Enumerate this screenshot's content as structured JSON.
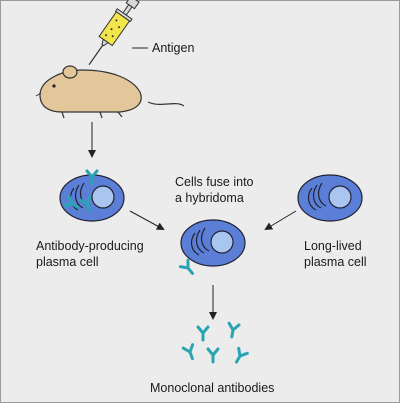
{
  "labels": {
    "antigen": "Antigen",
    "fuse_line1": "Cells fuse into",
    "fuse_line2": "a hybridoma",
    "plasma_line1": "Antibody-producing",
    "plasma_line2": "plasma cell",
    "longlived_line1": "Long-lived",
    "longlived_line2": "plasma cell",
    "monoclonal": "Monoclonal antibodies"
  },
  "colors": {
    "background": "#ececec",
    "cell_membrane": "#5b7fd6",
    "nucleus": "#a9c6f0",
    "antibody": "#2aa3b2",
    "mouse": "#e3c79b",
    "syringe_liquid": "#f2e54a"
  }
}
